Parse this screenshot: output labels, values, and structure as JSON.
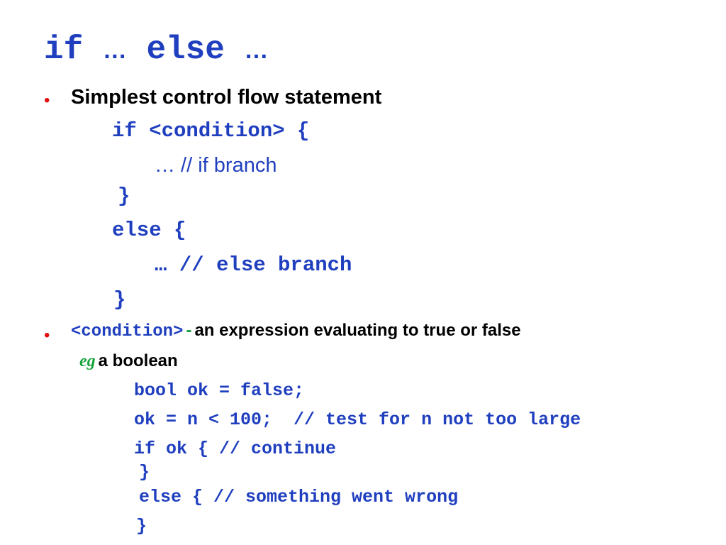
{
  "title": {
    "if_kw": "if",
    "dots1": "…",
    "else_kw": "else",
    "dots2": "…"
  },
  "bullet_char": "•",
  "bullet1": {
    "text": "Simplest control flow statement",
    "code": [
      "if <condition> {",
      "… // if branch",
      "}",
      "else {",
      "… // else branch",
      "}"
    ]
  },
  "bullet2": {
    "code_term": "<condition>",
    "dash": "-",
    "text": "an expression evaluating to true or false",
    "eg": "eg",
    "eg_text": "a boolean",
    "code": [
      "bool ok = false;",
      "ok = n < 100;  // test for n not too large",
      "if ok { // continue",
      "}",
      "else { // something went wrong",
      "}"
    ]
  },
  "colors": {
    "code_blue": "#1f3fbf",
    "bullet_red": "#e01010",
    "eg_green": "#16a33a",
    "text_black": "#000000"
  }
}
